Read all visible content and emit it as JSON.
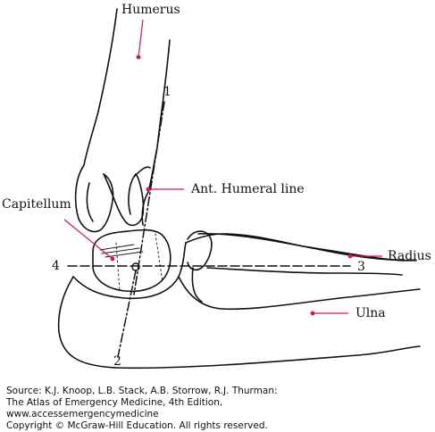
{
  "labels": {
    "humerus": "Humerus",
    "ant_humeral_line": "Ant. Humeral line",
    "capitellum": "Capitellum",
    "radius": "Radius",
    "ulna": "Ulna"
  },
  "line_numbers": {
    "line1": "1",
    "line2": "2",
    "line3": "3",
    "line4": "4"
  },
  "source": {
    "line1": "Source: K.J. Knoop, L.B. Stack, A.B. Storrow, R.J. Thurman:",
    "line2": "The Atlas of Emergency Medicine, 4th Edition,",
    "line3": "www.accessemergencymedicine",
    "line4": "Copyright © McGraw-Hill Education. All rights reserved."
  },
  "colors": {
    "leader": "#d4145a",
    "ink": "#111111"
  }
}
